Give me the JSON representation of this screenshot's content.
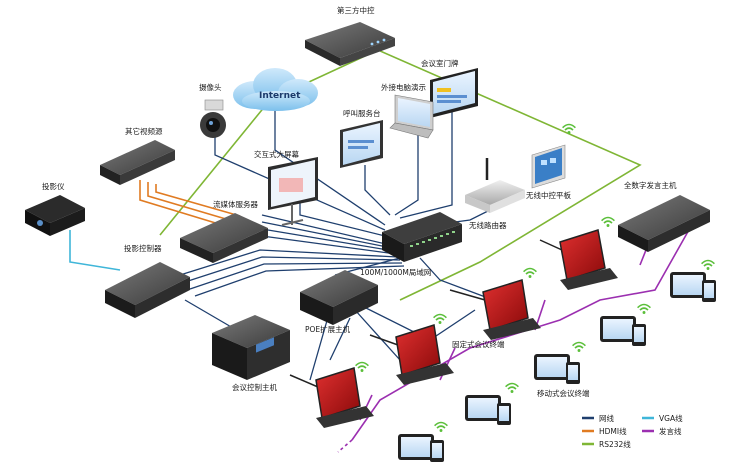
{
  "colors": {
    "network": "#1f3f6e",
    "hdmi": "#e07b22",
    "rs232": "#7fb635",
    "vga": "#3fb6d9",
    "speech": "#9b2fb0"
  },
  "labels": {
    "third_party_control": "第三方中控",
    "meeting_door_sign": "会议室门牌",
    "external_pc_demo": "外接电脑演示",
    "camera": "摄像头",
    "internet": "Internet",
    "call_service_desk": "呼叫服务台",
    "other_video_source": "其它视频源",
    "interactive_screen": "交互式大屏幕",
    "wireless_control_pad": "无线中控平板",
    "wireless_router": "无线路由器",
    "projector": "投影仪",
    "streaming_server": "流媒体服务器",
    "digital_speech_host": "全数字发言主机",
    "projection_controller": "投影控制器",
    "switch_network": "100M/1000M局域网",
    "poe_extension_host": "POE扩展主机",
    "fixed_terminal": "固定式会议终端",
    "meeting_control_host": "会议控制主机",
    "mobile_terminal": "移动式会议终端"
  },
  "legend": [
    {
      "key": "network",
      "label": "网线",
      "icon": "line-icon"
    },
    {
      "key": "hdmi",
      "label": "HDMI线",
      "icon": "line-icon"
    },
    {
      "key": "rs232",
      "label": "RS232线",
      "icon": "line-icon"
    },
    {
      "key": "vga",
      "label": "VGA线",
      "icon": "line-icon"
    },
    {
      "key": "speech",
      "label": "发言线",
      "icon": "line-icon"
    }
  ]
}
